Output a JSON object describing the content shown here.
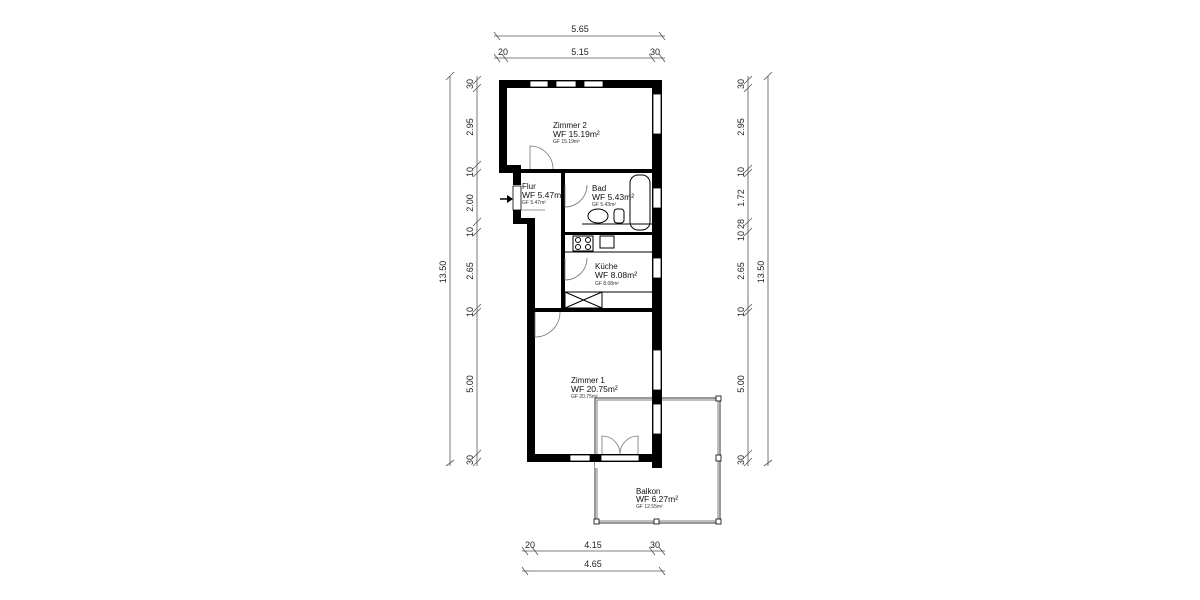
{
  "rooms": [
    {
      "name": "Zimmer 2",
      "wf": "WF 15.19m²",
      "gf": "GF 15.19m²"
    },
    {
      "name": "Flur",
      "wf": "WF 5.47m²",
      "gf": "GF 5.47m²"
    },
    {
      "name": "Bad",
      "wf": "WF 5.43m²",
      "gf": "GF 5.43m²"
    },
    {
      "name": "Küche",
      "wf": "WF 8.08m²",
      "gf": "GF 8.08m²"
    },
    {
      "name": "Zimmer 1",
      "wf": "WF 20.75m²",
      "gf": "GF 20.75m²"
    },
    {
      "name": "Balkon",
      "wf": "WF 6.27m²",
      "gf": "GF 12.55m²"
    }
  ],
  "dimensions": {
    "top_total": "5.65",
    "top_parts": [
      "20",
      "5.15",
      "30"
    ],
    "bottom_parts": [
      "20",
      "4.15",
      "30"
    ],
    "bottom_total": "4.65",
    "left_total": "13.50",
    "left_parts": [
      "30",
      "2.95",
      "10",
      "2.00",
      "10",
      "2.65",
      "10",
      "5.00",
      "30"
    ],
    "right_total": "13.50",
    "right_parts": [
      "30",
      "2.95",
      "10",
      "1.72",
      "28",
      "10",
      "2.65",
      "10",
      "5.00",
      "30"
    ]
  },
  "icons": {
    "entrance": "arrow-right-icon"
  }
}
